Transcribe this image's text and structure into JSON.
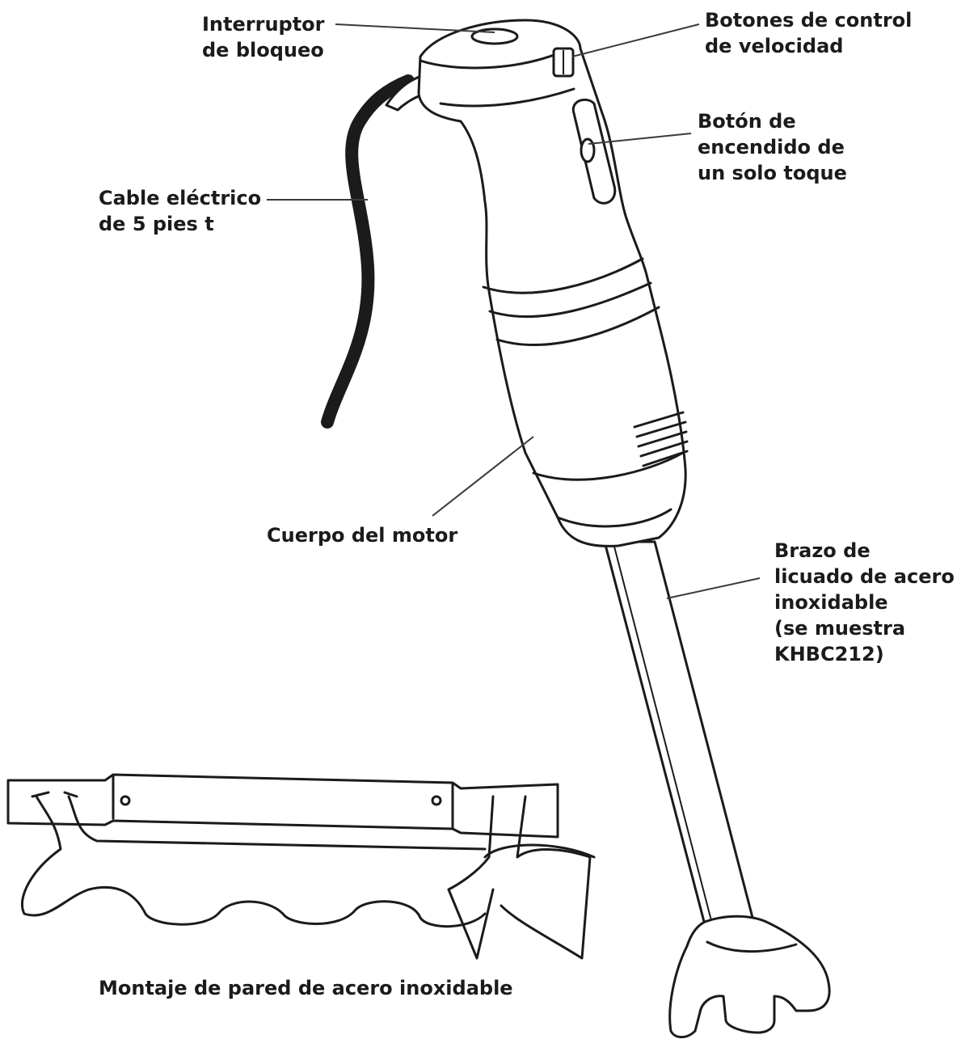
{
  "labels": {
    "lock_switch": [
      "Interruptor",
      "de bloqueo"
    ],
    "speed_buttons": [
      "Botones de control",
      "de velocidad"
    ],
    "power_button": [
      "Botón de",
      "encendido de",
      "un solo toque"
    ],
    "power_cord": [
      "Cable eléctrico",
      "de 5 pies t"
    ],
    "motor_body": [
      "Cuerpo del motor"
    ],
    "blending_arm": [
      "Brazo de",
      "licuado de acero",
      "inoxidable",
      "(se muestra",
      "KHBC212)"
    ],
    "wall_mount": [
      "Montaje de pared de acero inoxidable"
    ]
  },
  "colors": {
    "ink": "#1b1b1b",
    "background": "#ffffff"
  }
}
